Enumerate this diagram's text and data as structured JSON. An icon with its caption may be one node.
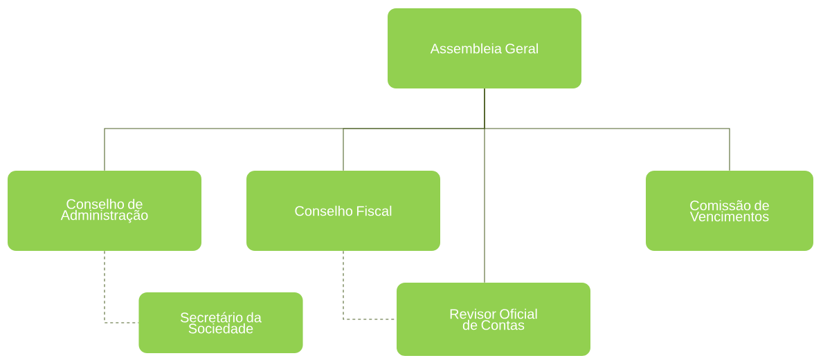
{
  "diagram": {
    "nodes": [
      {
        "text": [
          "Assembleia Geral"
        ]
      },
      {
        "text": [
          "Conselho de Administração"
        ]
      },
      {
        "text": [
          "Conselho Fiscal"
        ]
      },
      {
        "text": [
          "Comissão de Vencimentos"
        ]
      },
      {
        "text": [
          "Secretário da Sociedade"
        ]
      },
      {
        "text": [
          "Revisor Oficial de Contas"
        ]
      }
    ],
    "edges": [
      {
        "from": 0,
        "to": 1,
        "arrow": "none"
      },
      {
        "from": 0,
        "to": 2,
        "arrow": "none"
      },
      {
        "from": 0,
        "to": 5,
        "arrow": "none"
      },
      {
        "from": 0,
        "to": 3,
        "arrow": "none"
      },
      {
        "from": 1,
        "to": 4,
        "arrow": "none",
        "style": "dashed"
      },
      {
        "from": 2,
        "to": 5,
        "arrow": "none",
        "style": "dashed"
      }
    ]
  }
}
